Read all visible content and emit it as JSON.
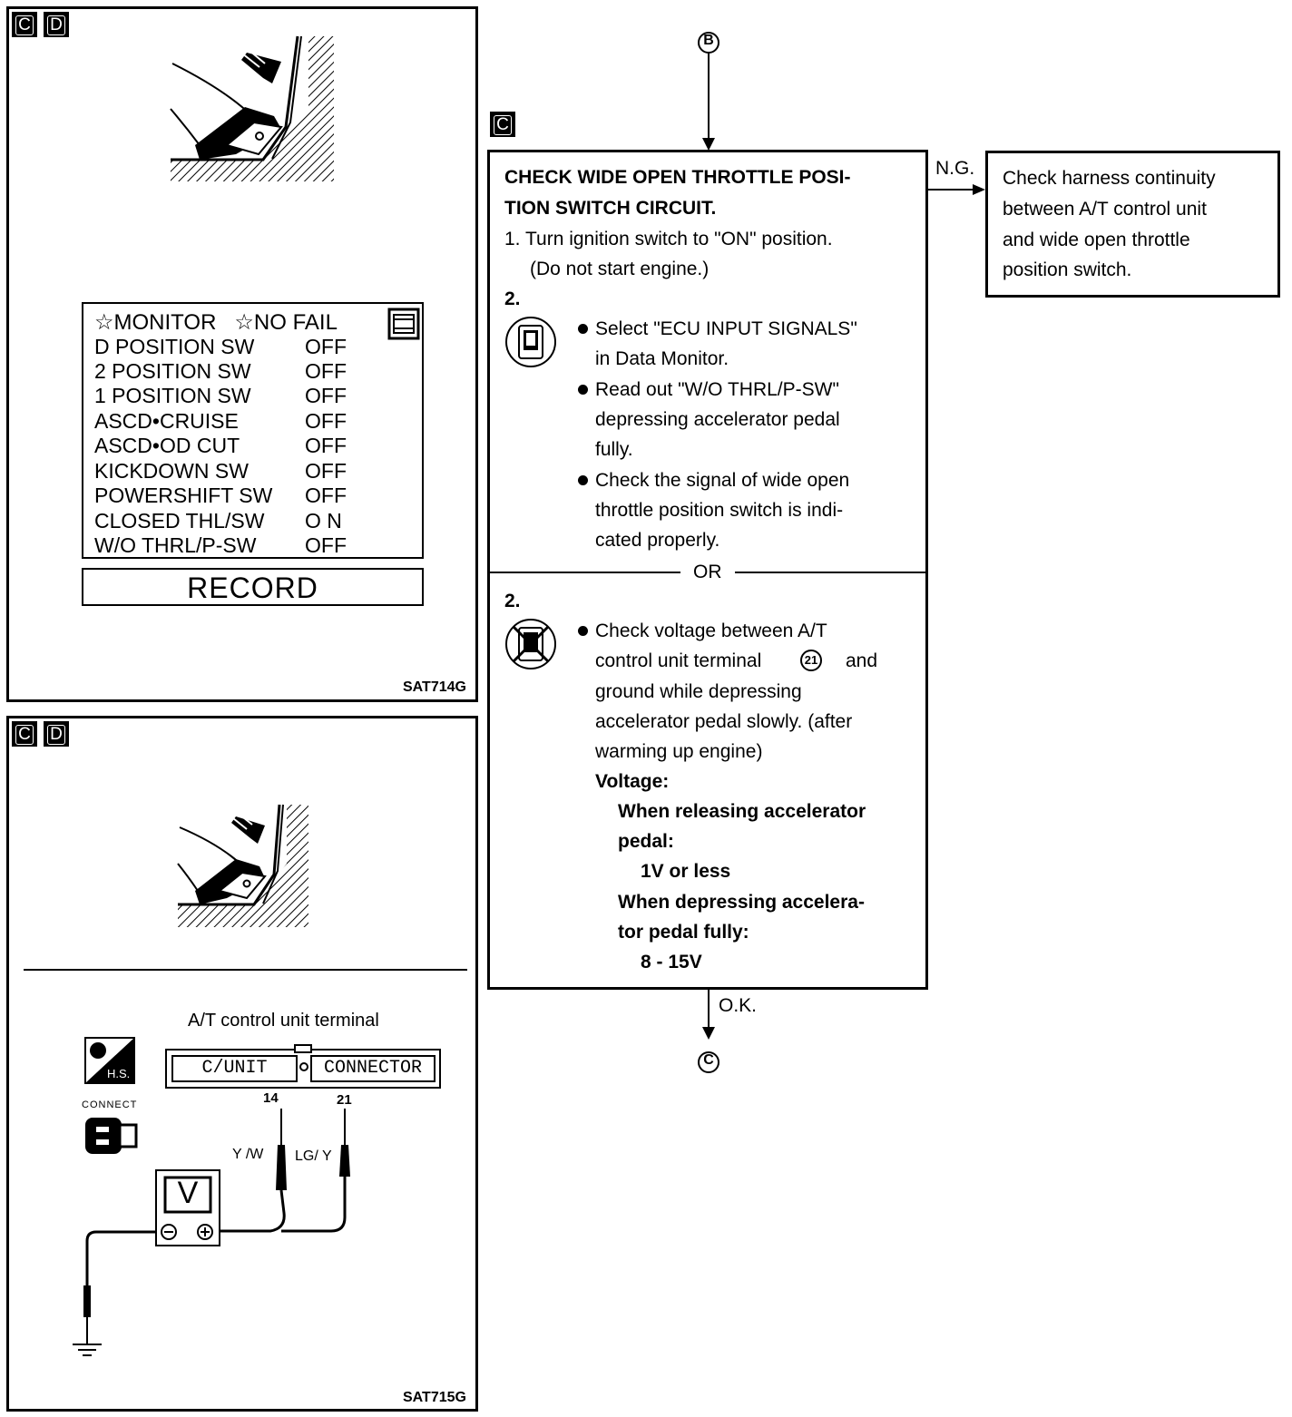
{
  "top_panel": {
    "tags": [
      "C",
      "D"
    ],
    "monitor": {
      "header": "☆MONITOR   ☆NO FAIL",
      "rows": [
        {
          "name": "D POSITION SW",
          "value": "OFF"
        },
        {
          "name": "2 POSITION SW",
          "value": "OFF"
        },
        {
          "name": "1 POSITION SW",
          "value": "OFF"
        },
        {
          "name": "ASCD•CRUISE",
          "value": "OFF"
        },
        {
          "name": "ASCD•OD CUT",
          "value": "OFF"
        },
        {
          "name": "KICKDOWN SW",
          "value": "OFF"
        },
        {
          "name": "POWERSHIFT SW",
          "value": "OFF"
        },
        {
          "name": "CLOSED THL/SW",
          "value": "O N"
        },
        {
          "name": "W/O THRL/P-SW",
          "value": "OFF"
        }
      ],
      "record_label": "RECORD"
    },
    "code": "SAT714G"
  },
  "bottom_panel": {
    "tags": [
      "C",
      "D"
    ],
    "terminal_title": "A/T control unit terminal",
    "connector_left": "C/UNIT",
    "connector_right": "CONNECTOR",
    "pin_14": "14",
    "pin_21": "21",
    "wire_14": "Y /W",
    "wire_21": "LG/ Y",
    "meter_symbol": "V",
    "hs_label": "H.S.",
    "connect_label": "CONNECT",
    "code": "SAT715G"
  },
  "flow": {
    "entry_label": "B",
    "exit_label": "C",
    "tag": "C",
    "title_line1": "CHECK WIDE OPEN THROTTLE POSI-",
    "title_line2": "TION SWITCH CIRCUIT.",
    "step1_line1": "1. Turn ignition switch to \"ON\" position.",
    "step1_line2": "(Do not start engine.)",
    "step2_a": "2.",
    "consult_b1_l1": "Select \"ECU INPUT SIGNALS\"",
    "consult_b1_l2": "in Data Monitor.",
    "consult_b2_l1": "Read out \"W/O THRL/P-SW\"",
    "consult_b2_l2": "depressing accelerator pedal",
    "consult_b2_l3": "fully.",
    "consult_b3_l1": "Check the signal of wide open",
    "consult_b3_l2": "throttle position switch is indi-",
    "consult_b3_l3": "cated properly.",
    "or_label": "OR",
    "step2_b": "2.",
    "volt_l1": "Check voltage between A/T",
    "volt_l2": "control unit terminal",
    "volt_terminal": "21",
    "volt_l2b": "and",
    "volt_l3": "ground while depressing",
    "volt_l4": "accelerator pedal slowly. (after",
    "volt_l5": "warming up engine)",
    "voltage_label": "Voltage:",
    "release_l1": "When releasing accelerator",
    "release_l2": "pedal:",
    "release_val": "1V or less",
    "depress_l1": "When depressing accelera-",
    "depress_l2": "tor pedal fully:",
    "depress_val": "8 - 15V",
    "ng_label": "N.G.",
    "ok_label": "O.K.",
    "ng_box_l1": "Check harness continuity",
    "ng_box_l2": "between A/T control unit",
    "ng_box_l3": "and wide open throttle",
    "ng_box_l4": "position switch."
  }
}
